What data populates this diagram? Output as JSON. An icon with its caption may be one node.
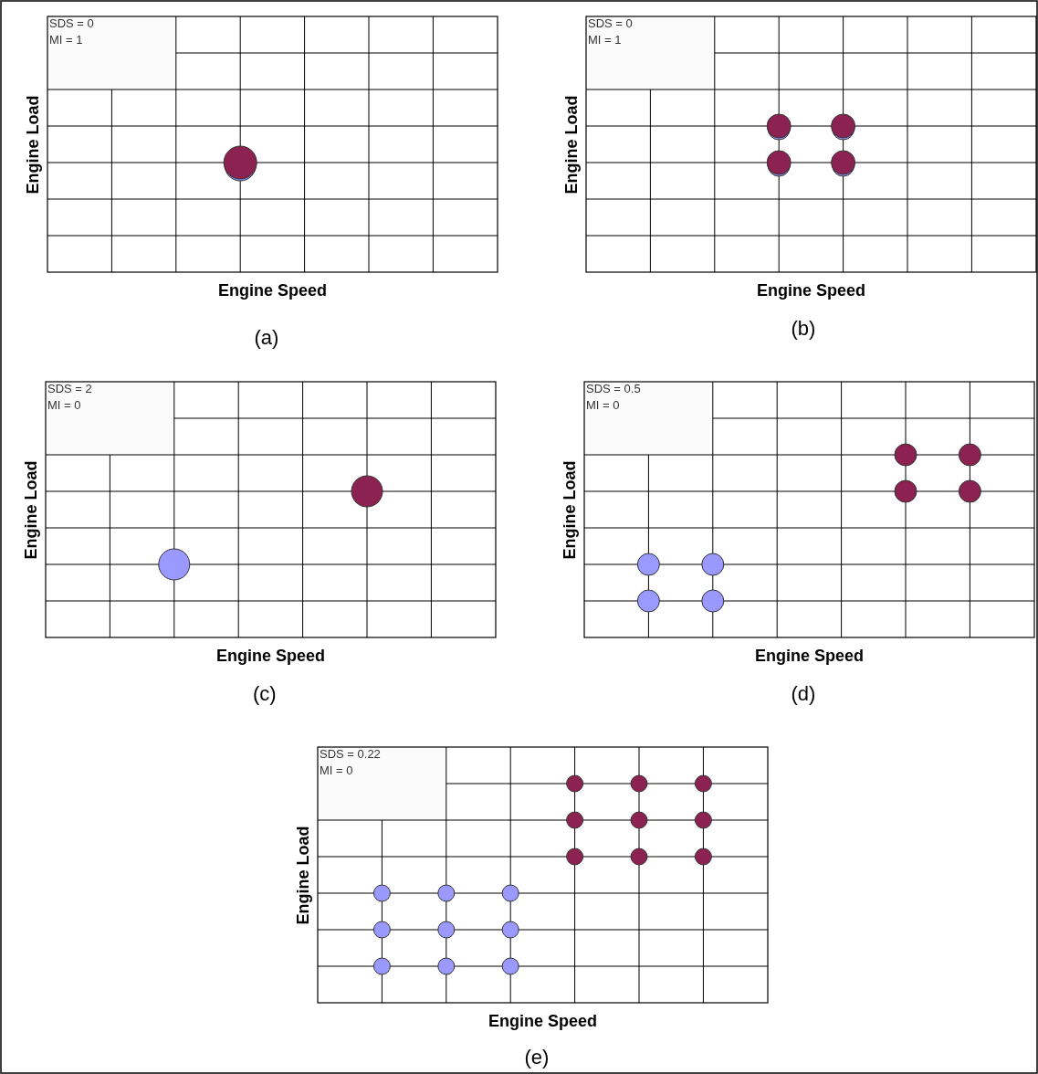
{
  "diagram": {
    "labels": [
      "SDS = 0",
      "MI = 1",
      "Engine Load",
      "Engine Speed",
      "(a)",
      "SDS = 0",
      "MI = 1",
      "Engine Load",
      "Engine Speed",
      "(b)",
      "SDS = 2",
      "MI = 0",
      "Engine Load",
      "Engine Speed",
      "(c)",
      "SDS = 0.5",
      "MI = 0",
      "Engine Load",
      "Engine Speed",
      "(d)",
      "SDS = 0.22",
      "MI = 0",
      "Engine Load",
      "Engine Speed",
      "(e)"
    ]
  }
}
